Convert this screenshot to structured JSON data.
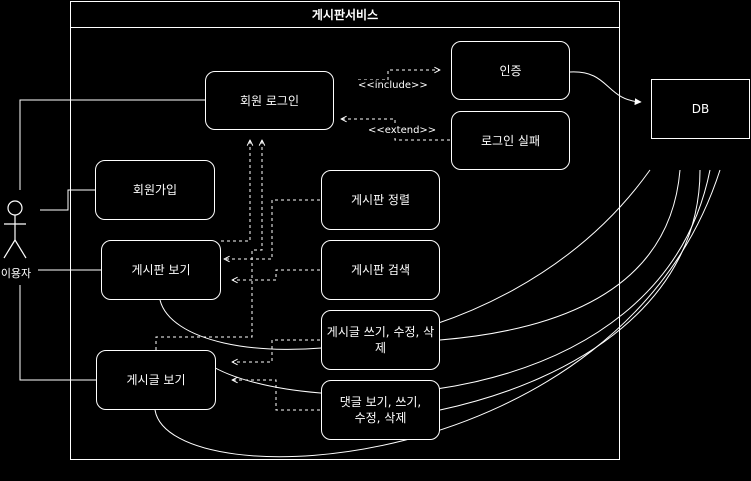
{
  "system": {
    "title": "게시판서비스"
  },
  "actor": {
    "label": "이용자"
  },
  "use_cases": {
    "login": "회원 로그인",
    "auth": "인증",
    "login_fail": "로그인 실패",
    "signup": "회원가입",
    "board_sort": "게시판 정렬",
    "board_view": "게시판 보기",
    "board_search": "게시판 검색",
    "post_write": "게시글 쓰기, 수정, 삭제",
    "post_view": "게시글 보기",
    "comment": "댓글 보기, 쓰기,\n수정, 삭제"
  },
  "db": {
    "label": "DB"
  },
  "relations": {
    "include": "<<include>>",
    "extend": "<<extend>>"
  }
}
